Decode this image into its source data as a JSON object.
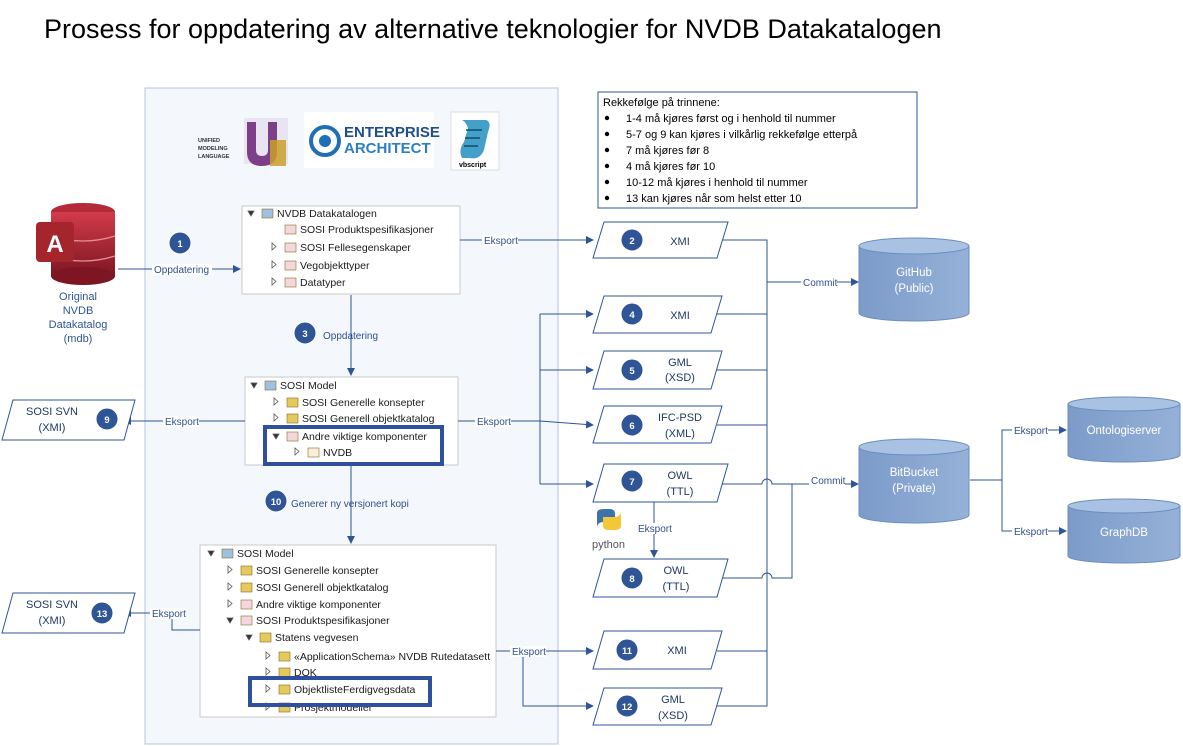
{
  "title": "Prosess for oppdatering av alternative teknologier for NVDB Datakatalogen",
  "logos": {
    "uml_text": "UNIFIED MODELING LANGUAGE",
    "ea_line1": "ENTERPRISE",
    "ea_line2": "ARCHITECT",
    "vbscript": "vbscript",
    "python": "python"
  },
  "access": {
    "label_line1": "Original",
    "label_line2": "NVDB",
    "label_line3": "Datakatalog",
    "label_line4": "(mdb)"
  },
  "note": {
    "heading": "Rekkefølge på trinnene:",
    "items": [
      "1-4 må kjøres først og i henhold til nummer",
      "5-7 og 9 kan kjøres i vilkårlig rekkefølge etterpå",
      "7 må kjøres før 8",
      "4 må kjøres før 10",
      "10-12 må kjøres i henhold til nummer",
      "13 kan kjøres når som helst etter 10"
    ]
  },
  "tree1": {
    "root": "NVDB Datakatalogen",
    "items": [
      "SOSI Produktspesifikasjoner",
      "SOSI Fellesegenskaper",
      "Vegobjekttyper",
      "Datatyper"
    ]
  },
  "tree2": {
    "root": "SOSI Model",
    "items": [
      "SOSI Generelle konsepter",
      "SOSI Generell objektkatalog",
      "Andre viktige komponenter",
      "NVDB"
    ]
  },
  "tree3": {
    "root": "SOSI Model",
    "items": [
      "SOSI Generelle konsepter",
      "SOSI Generell objektkatalog",
      "Andre viktige komponenter",
      "SOSI Produktspesifikasjoner",
      "Statens vegvesen",
      "«ApplicationSchema» NVDB Rutedatasett",
      "DOK",
      "ObjektlisteFerdigvegsdata",
      "Prosjektmodeller"
    ]
  },
  "steps": {
    "s1": "1",
    "s2": "2",
    "s3": "3",
    "s4": "4",
    "s5": "5",
    "s6": "6",
    "s7": "7",
    "s8": "8",
    "s9": "9",
    "s10": "10",
    "s11": "11",
    "s12": "12",
    "s13": "13"
  },
  "outputs": {
    "o2": "XMI",
    "o4": "XMI",
    "o5_l1": "GML",
    "o5_l2": "(XSD)",
    "o6_l1": "IFC-PSD",
    "o6_l2": "(XML)",
    "o7_l1": "OWL",
    "o7_l2": "(TTL)",
    "o8_l1": "OWL",
    "o8_l2": "(TTL)",
    "o11": "XMI",
    "o12_l1": "GML",
    "o12_l2": "(XSD)",
    "svn9_l1": "SOSI SVN",
    "svn9_l2": "(XMI)",
    "svn13_l1": "SOSI SVN",
    "svn13_l2": "(XMI)"
  },
  "stores": {
    "github_l1": "GitHub",
    "github_l2": "(Public)",
    "bitbucket_l1": "BitBucket",
    "bitbucket_l2": "(Private)",
    "ontologi": "Ontologiserver",
    "graphdb": "GraphDB"
  },
  "labels": {
    "oppdatering1": "Oppdatering",
    "oppdatering3": "Oppdatering",
    "generer": "Generer ny versjonert kopi",
    "eksport": "Eksport",
    "commit": "Commit"
  }
}
